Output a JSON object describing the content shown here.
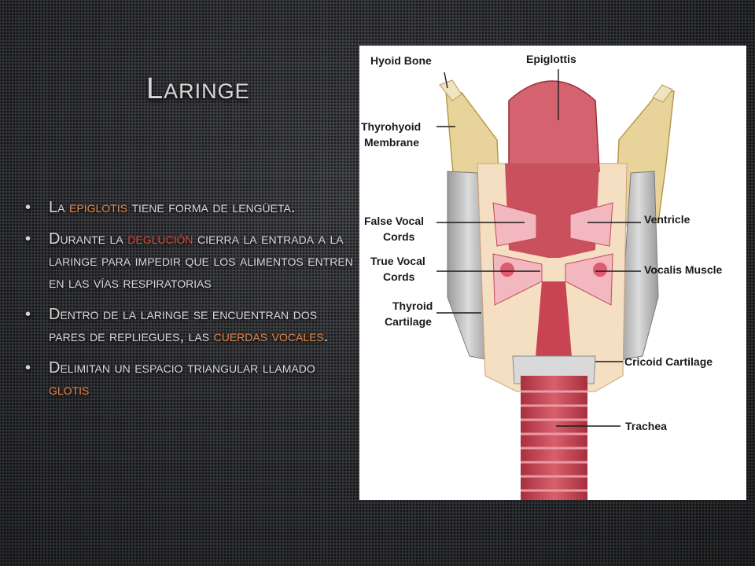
{
  "slide": {
    "title": "Laringe"
  },
  "bullets": [
    {
      "parts": [
        {
          "text": "La "
        },
        {
          "text": "epiglotis",
          "hl": "orange"
        },
        {
          "text": " tiene forma de lengüeta."
        }
      ]
    },
    {
      "parts": [
        {
          "text": "Durante la "
        },
        {
          "text": "deglución",
          "hl": "red"
        },
        {
          "text": " cierra la entrada a la laringe para impedir que los alimentos entren en las vías respiratorias"
        }
      ]
    },
    {
      "parts": [
        {
          "text": "Dentro de la laringe se encuentran dos pares de repliegues, las "
        },
        {
          "text": "cuerdas vocales",
          "hl": "orange"
        },
        {
          "text": "."
        }
      ]
    },
    {
      "parts": [
        {
          "text": "Delimitan un espacio triangular llamado "
        },
        {
          "text": "glotis",
          "hl": "orange"
        }
      ]
    }
  ],
  "diagram": {
    "labels": {
      "hyoid": "Hyoid Bone",
      "epiglottis": "Epiglottis",
      "thyrohyoid1": "Thyrohyoid",
      "thyrohyoid2": "Membrane",
      "falsevc1": "False Vocal",
      "falsevc2": "Cords",
      "truevc1": "True Vocal",
      "truevc2": "Cords",
      "thyroid1": "Thyroid",
      "thyroid2": "Cartilage",
      "ventricle": "Ventricle",
      "vocalis": "Vocalis Muscle",
      "cricoid": "Cricoid Cartilage",
      "trachea": "Trachea"
    }
  },
  "colors": {
    "highlight_orange": "#e0874a",
    "highlight_red": "#d84b3e",
    "text": "#d8d8d8"
  }
}
